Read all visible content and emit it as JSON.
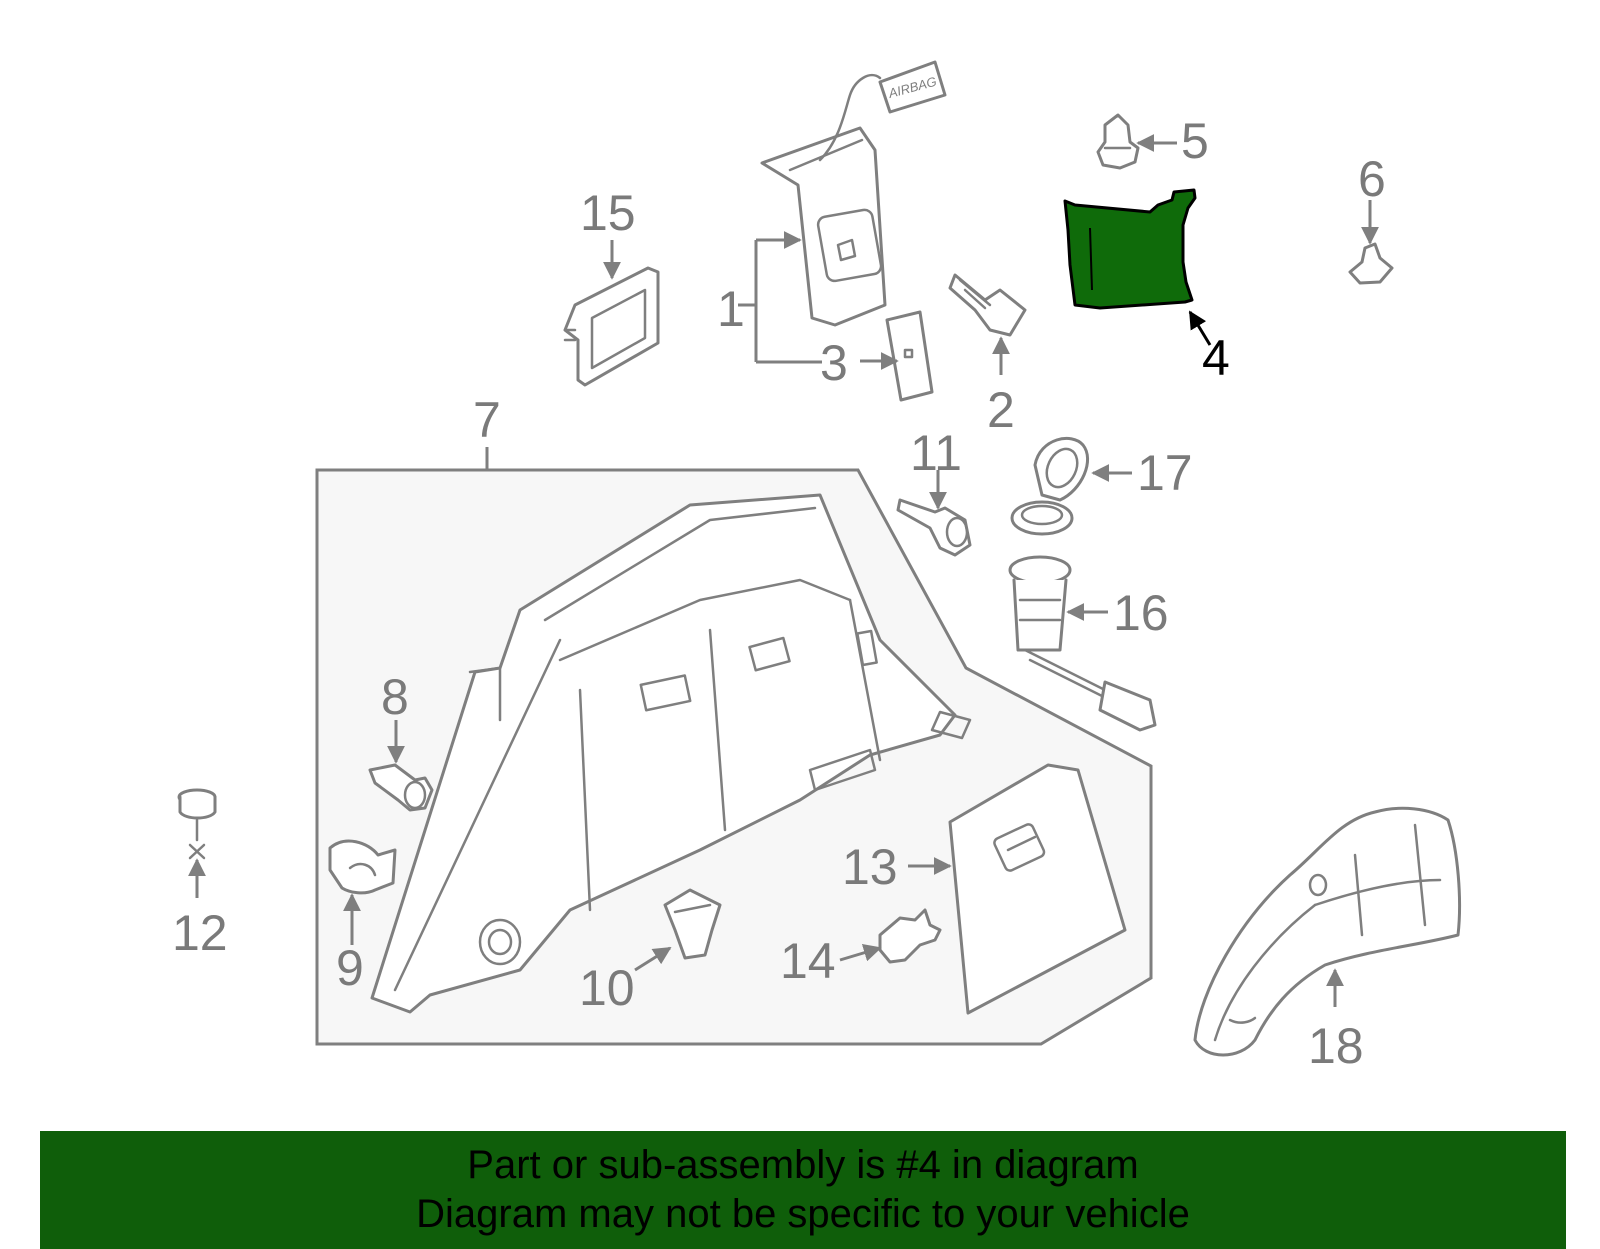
{
  "colors": {
    "highlight": "#0f6b0a",
    "banner": "#0f5e0a",
    "line": "#7f7f7f",
    "panel": "#f7f7f7"
  },
  "sticker_text": "AIRBAG",
  "callouts": {
    "c1": "1",
    "c2": "2",
    "c3": "3",
    "c4": "4",
    "c5": "5",
    "c6": "6",
    "c7": "7",
    "c8": "8",
    "c9": "9",
    "c10": "10",
    "c11": "11",
    "c12": "12",
    "c13": "13",
    "c14": "14",
    "c15": "15",
    "c16": "16",
    "c17": "17",
    "c18": "18"
  },
  "highlighted_part": "4",
  "banner": {
    "line1": "Part or sub-assembly is #4 in diagram",
    "line2": "Diagram may not be specific to your vehicle"
  }
}
